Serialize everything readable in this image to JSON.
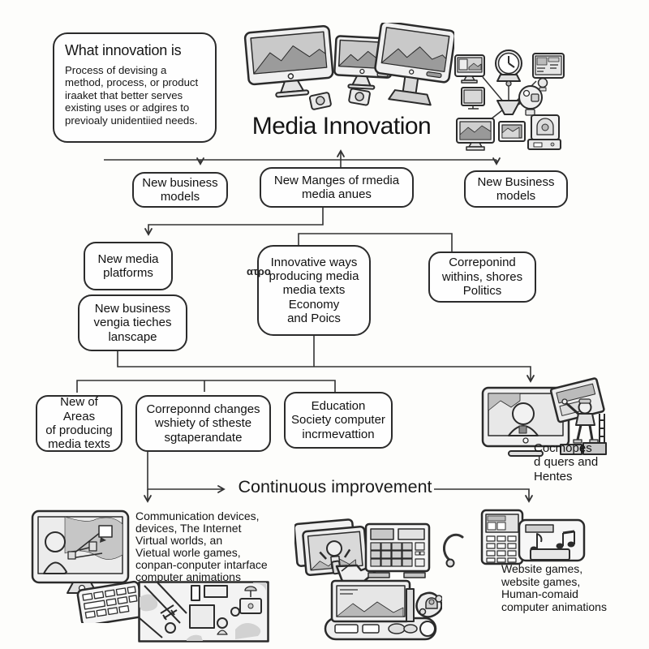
{
  "diagram": {
    "title": "Media Innovation",
    "continuous_improvement": "Continuous improvement"
  },
  "definition_box": {
    "heading": "What innovation is",
    "body": "Process of devising a\nmethod, process, or product\niraaket that better serves\nexisting uses or adgires to\nprevioaly unidentiied needs."
  },
  "nodes": {
    "row1_left": "New business\nmodels",
    "row1_center": "New Manges of rmedia\nmedia anues",
    "row1_right": "New Business\nmodels",
    "platforms": "New media\nplatforms",
    "vengia": "New business\nvengia tieches\nlanscape",
    "innovative": "Innovative ways\nproducing media\nmedia texts\nEconomy\nand Poics",
    "correponind": "Correponind\nwithins, shores\nPolitics",
    "areas": "New of Areas\nof producing\nmedia texts",
    "changes": "Correponnd changes\nwshiety of stheste\nsgtaperandate",
    "education": "Education\nSociety computer\nincrmevattion"
  },
  "fragments": {
    "garbled": "ατρο"
  },
  "captions": {
    "cocmopes": "Cocmopes\nd quers and\nHentes",
    "communication": "Communication devices,\ndevices, The Internet\nVirtual worlds, an\nVietual worle games,\nconpan-conputer intarface\ncomputer animations",
    "website": "Website games,\nwebsite games,\nHuman-comaid\ncomputer animations"
  },
  "colors": {
    "ink": "#2b2b2b",
    "line": "#333333",
    "fill_light": "#efefef",
    "fill_mid": "#c8c8c8",
    "fill_dark": "#9a9a9a",
    "background": "#fdfdfb"
  }
}
